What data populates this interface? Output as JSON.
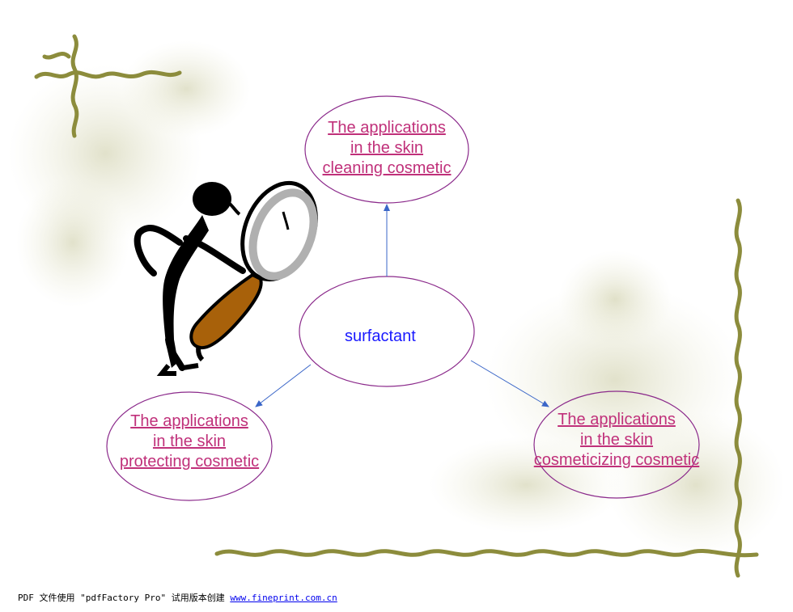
{
  "diagram": {
    "center": {
      "label": "surfactant"
    },
    "nodes": [
      {
        "id": "top",
        "lines": [
          "The applications",
          "in the skin",
          "cleaning cosmetic"
        ]
      },
      {
        "id": "left",
        "lines": [
          "The applications",
          "in the skin",
          "protecting cosmetic"
        ]
      },
      {
        "id": "right",
        "lines": [
          "The applications",
          "in the skin",
          "cosmeticizing cosmetic"
        ]
      }
    ]
  },
  "footer": {
    "text": "PDF 文件使用 \"pdfFactory Pro\" 试用版本创建 ",
    "link": "www.fineprint.com.cn"
  },
  "colors": {
    "ellipse_stroke": "#8b2a8b",
    "link_text": "#c0307a",
    "center_text": "#1a1aff",
    "arrow": "#3a66c8",
    "vine": "#8c8c3c"
  }
}
